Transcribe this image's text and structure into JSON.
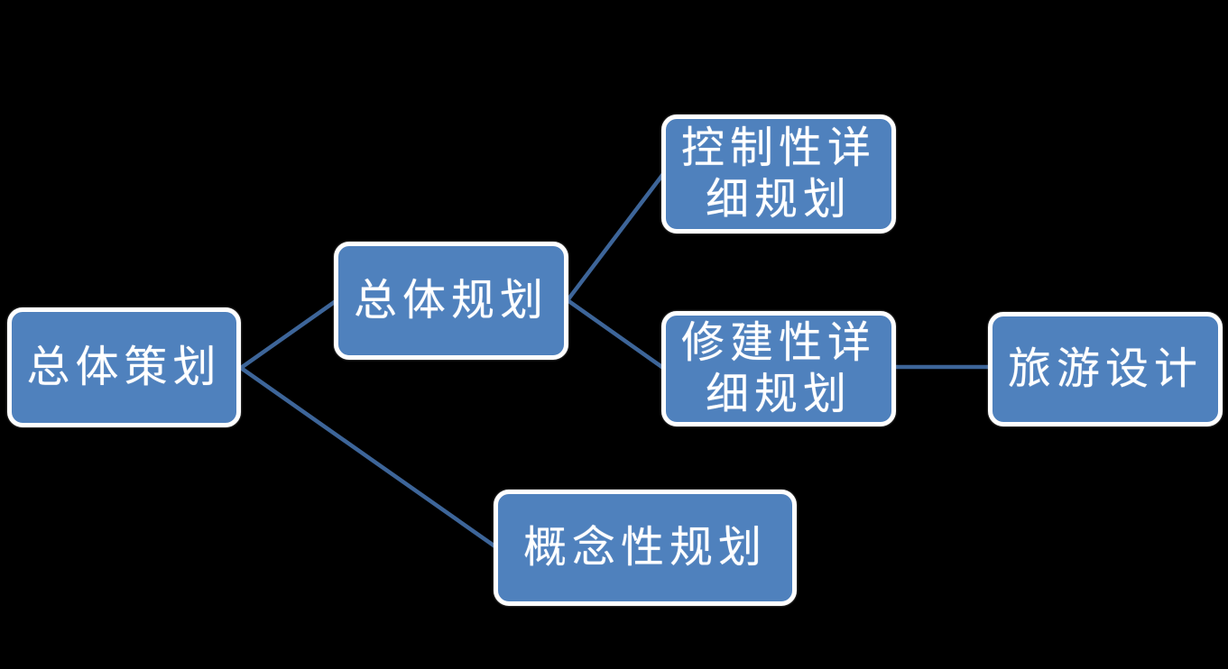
{
  "diagram": {
    "type": "hierarchy-diagram",
    "background_color": "#000000",
    "node_fill_color": "#4f81bd",
    "node_border_color": "#ffffff",
    "node_text_color": "#ffffff",
    "connector_color": "#3d6599",
    "nodes": [
      {
        "id": "zongti-cehua",
        "label": "总体策划"
      },
      {
        "id": "zongti-guihua",
        "label": "总体规划"
      },
      {
        "id": "kongzhixing-xiangxi-guihua",
        "label": "控制性详细规划"
      },
      {
        "id": "xiujianxing-xiangxi-guihua",
        "label": "修建性详细规划"
      },
      {
        "id": "lvyou-sheji",
        "label": "旅游设计"
      },
      {
        "id": "gainianxing-guihua",
        "label": "概念性规划"
      }
    ],
    "edges": [
      {
        "from": "总体策划",
        "to": "总体规划"
      },
      {
        "from": "总体策划",
        "to": "概念性规划"
      },
      {
        "from": "总体规划",
        "to": "控制性详细规划"
      },
      {
        "from": "总体规划",
        "to": "修建性详细规划"
      },
      {
        "from": "修建性详细规划",
        "to": "旅游设计"
      }
    ]
  }
}
